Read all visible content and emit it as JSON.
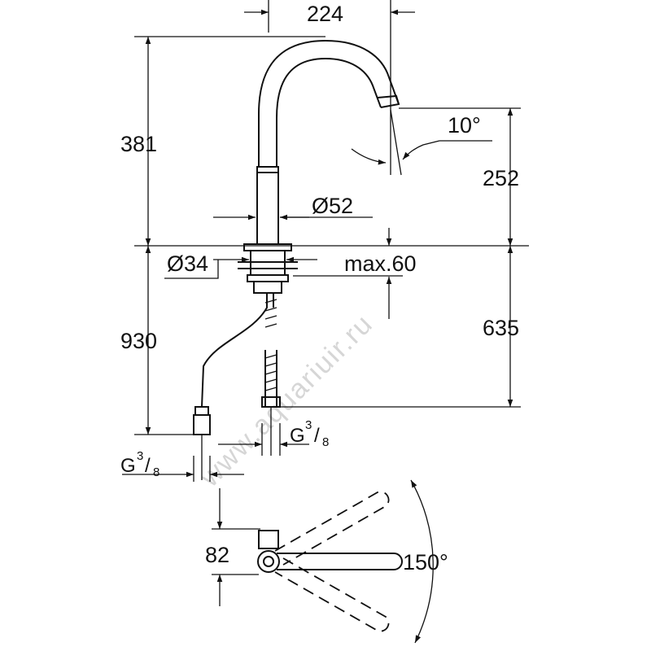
{
  "dimensions": {
    "spout_reach": "224",
    "spout_angle": "10°",
    "total_height_above_deck": "381",
    "spout_outlet_height": "252",
    "body_diameter": "Ø52",
    "mounting_hole_diameter": "Ø34",
    "max_deck_thickness": "max.60",
    "hose_length": "930",
    "hose_end_height": "635",
    "connection_right": {
      "thread": "G",
      "numerator": "3",
      "slash": "/",
      "denominator": "8"
    },
    "connection_left": {
      "thread": "G",
      "numerator": "3",
      "slash": "/",
      "denominator": "8"
    },
    "top_view_depth": "82",
    "swivel_range": "150°"
  },
  "watermark": "www.aquariuir.ru"
}
